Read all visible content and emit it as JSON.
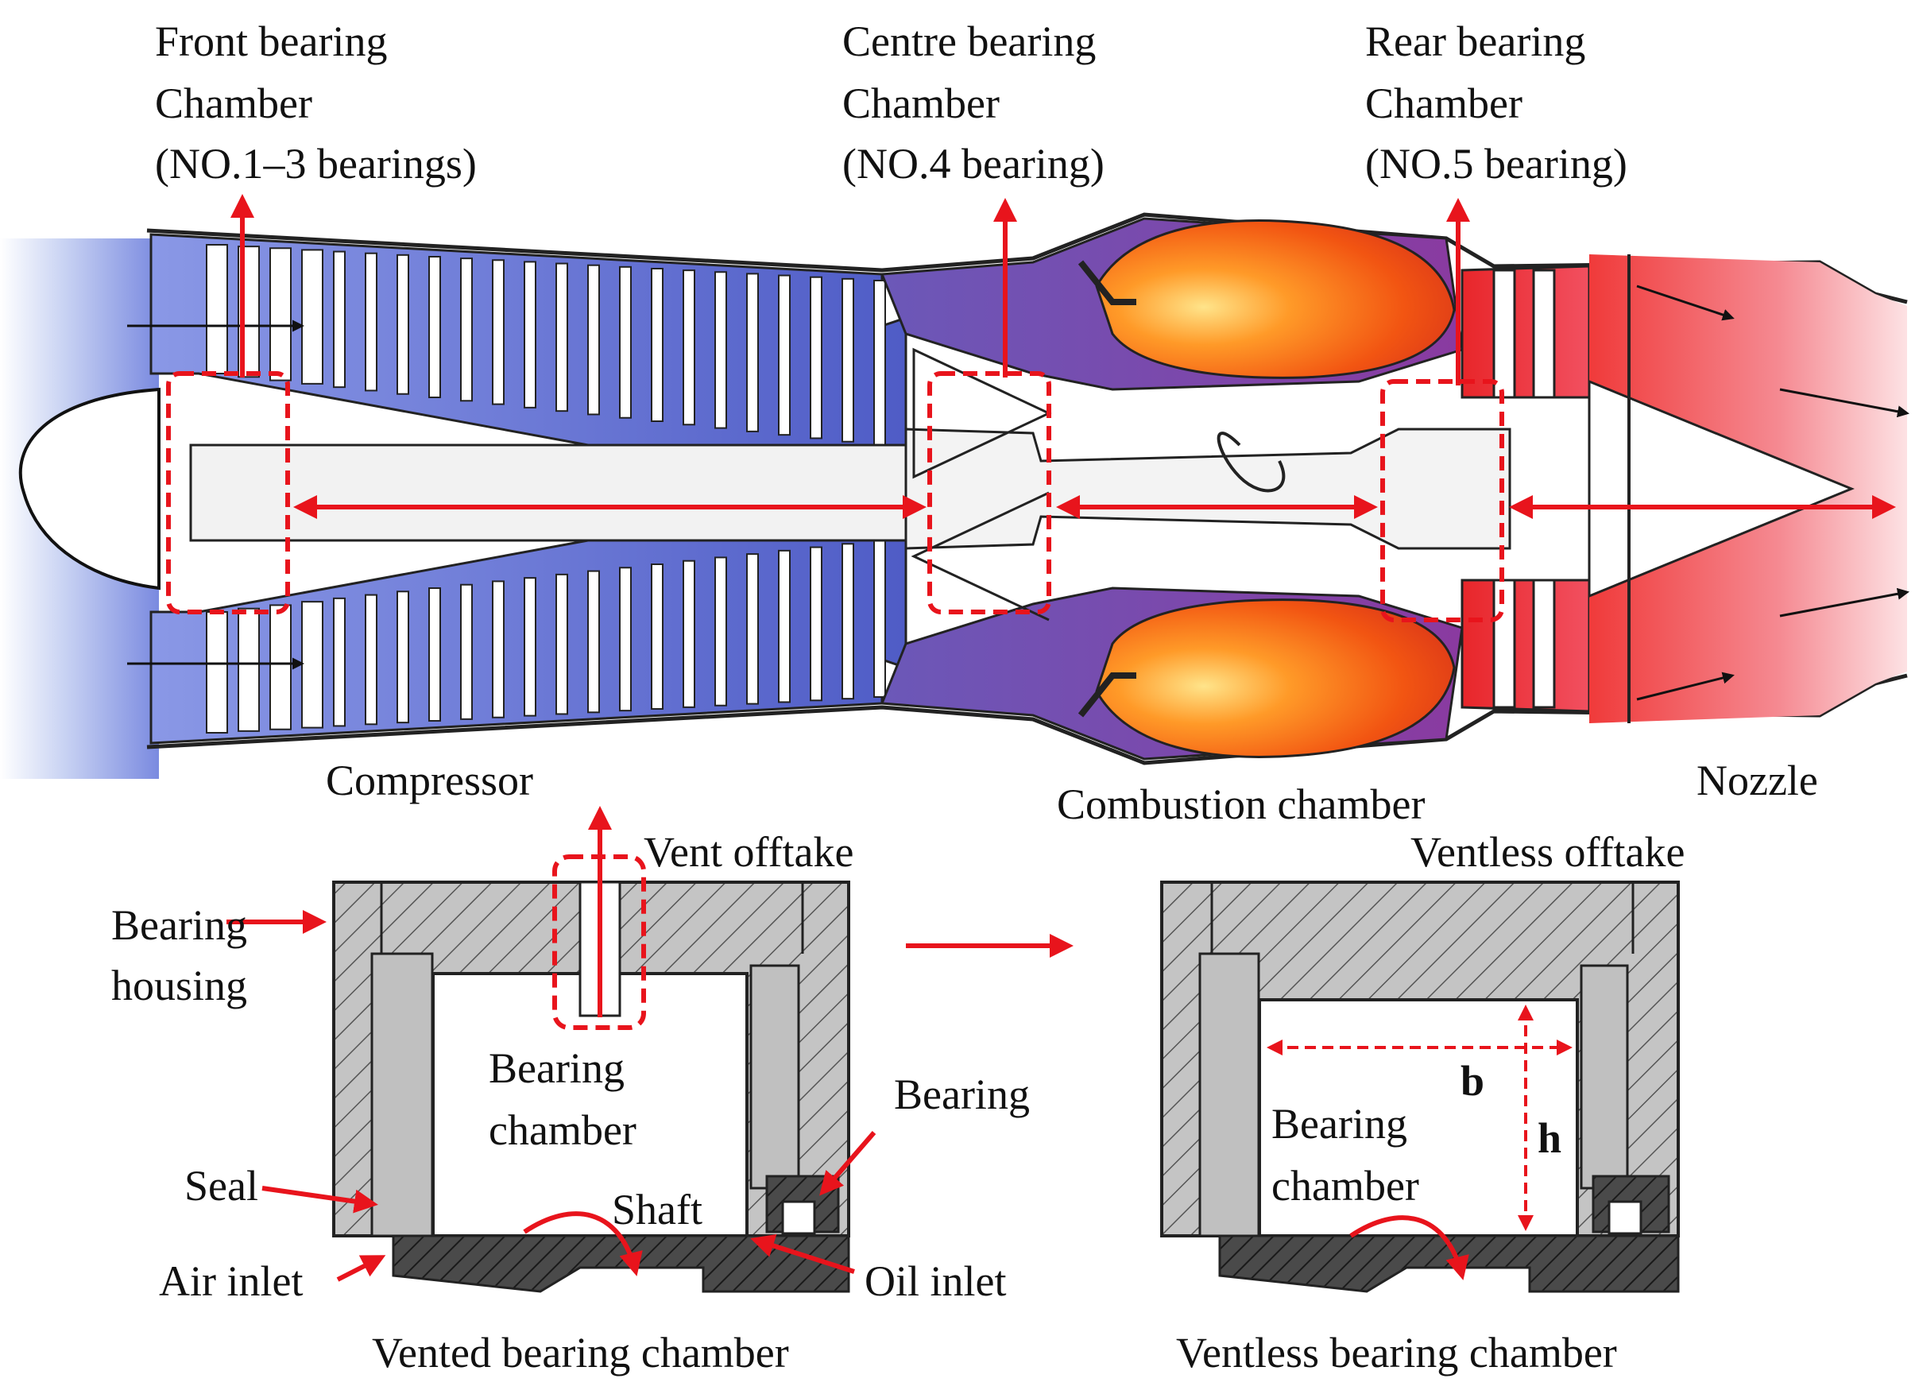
{
  "labels": {
    "front": [
      "Front bearing",
      "Chamber",
      "(NO.1–3 bearings)"
    ],
    "centre": [
      "Centre bearing",
      "Chamber",
      "(NO.4 bearing)"
    ],
    "rear": [
      "Rear bearing",
      "Chamber",
      "(NO.5 bearing)"
    ],
    "compressor": "Compressor",
    "combustion": "Combustion chamber",
    "nozzle": "Nozzle",
    "vent_offtake": "Vent offtake",
    "ventless_offtake": "Ventless offtake",
    "bearing_housing": [
      "Bearing",
      "housing"
    ],
    "bearing_chamber": [
      "Bearing",
      "chamber"
    ],
    "bearing": "Bearing",
    "seal": "Seal",
    "shaft": "Shaft",
    "air_inlet": "Air inlet",
    "oil_inlet": "Oil inlet",
    "vented_caption": "Vented bearing chamber",
    "ventless_caption": "Ventless bearing  chamber",
    "dim_b": "b",
    "dim_h": "h"
  },
  "colors": {
    "highlight": "#e8141c",
    "compressor_blue": "#5f6fd6",
    "flame_orange": "#f05a14",
    "hatch_grey": "#8c8c8c"
  }
}
